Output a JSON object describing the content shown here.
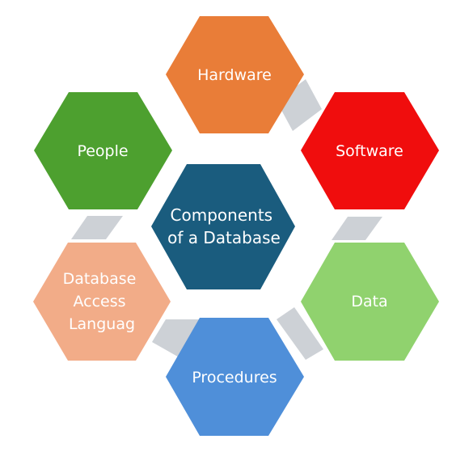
{
  "diagram": {
    "center": {
      "label_lines": [
        "Components",
        "of a Database"
      ],
      "color": "#1A5C7E"
    },
    "nodes": {
      "hardware": {
        "label_lines": [
          "Hardware"
        ],
        "color": "#E97D38"
      },
      "software": {
        "label_lines": [
          "Software"
        ],
        "color": "#F00D0D"
      },
      "data": {
        "label_lines": [
          "Data"
        ],
        "color": "#90D26E"
      },
      "procedures": {
        "label_lines": [
          "Procedures"
        ],
        "color": "#4F8FD9"
      },
      "database_access": {
        "label_lines": [
          "Database",
          "Access",
          "Languag"
        ],
        "color": "#F2AC88"
      },
      "people": {
        "label_lines": [
          "People"
        ],
        "color": "#4DA02F"
      }
    },
    "connector_color": "#CDD1D6"
  }
}
